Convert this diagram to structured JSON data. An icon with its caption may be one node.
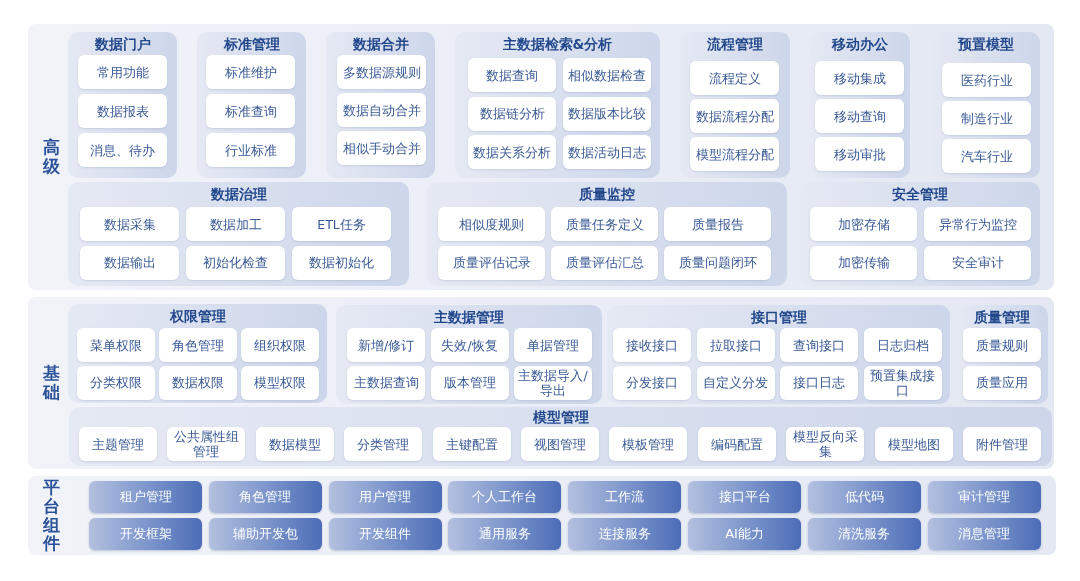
{
  "diagram": {
    "nodes": [
      {
        "text": [
          "高级"
        ]
      },
      {
        "text": [
          "数据门户"
        ],
        "in": 0
      },
      {
        "text": [
          "常用功能"
        ],
        "in": 1
      },
      {
        "text": [
          "数据报表"
        ],
        "in": 1
      },
      {
        "text": [
          "消息、待办"
        ],
        "in": 1
      },
      {
        "text": [
          "标准管理"
        ],
        "in": 0
      },
      {
        "text": [
          "标准维护"
        ],
        "in": 5
      },
      {
        "text": [
          "标准查询"
        ],
        "in": 5
      },
      {
        "text": [
          "行业标准"
        ],
        "in": 5
      },
      {
        "text": [
          "数据合并"
        ],
        "in": 0
      },
      {
        "text": [
          "多数据源规则"
        ],
        "in": 9
      },
      {
        "text": [
          "数据自动合并"
        ],
        "in": 9
      },
      {
        "text": [
          "相似手动合并"
        ],
        "in": 9
      },
      {
        "text": [
          "主数据检索&分析"
        ],
        "in": 0
      },
      {
        "text": [
          "数据查询"
        ],
        "in": 13
      },
      {
        "text": [
          "相似数据检查"
        ],
        "in": 13
      },
      {
        "text": [
          "数据链分析"
        ],
        "in": 13
      },
      {
        "text": [
          "数据版本比较"
        ],
        "in": 13
      },
      {
        "text": [
          "数据关系分析"
        ],
        "in": 13
      },
      {
        "text": [
          "数据活动日志"
        ],
        "in": 13
      },
      {
        "text": [
          "流程管理"
        ],
        "in": 0
      },
      {
        "text": [
          "流程定义"
        ],
        "in": 20
      },
      {
        "text": [
          "数据流程分配"
        ],
        "in": 20
      },
      {
        "text": [
          "模型流程分配"
        ],
        "in": 20
      },
      {
        "text": [
          "移动办公"
        ],
        "in": 0
      },
      {
        "text": [
          "移动集成"
        ],
        "in": 24
      },
      {
        "text": [
          "移动查询"
        ],
        "in": 24
      },
      {
        "text": [
          "移动审批"
        ],
        "in": 24
      },
      {
        "text": [
          "预置模型"
        ],
        "in": 0
      },
      {
        "text": [
          "医药行业"
        ],
        "in": 28
      },
      {
        "text": [
          "制造行业"
        ],
        "in": 28
      },
      {
        "text": [
          "汽车行业"
        ],
        "in": 28
      },
      {
        "text": [
          "数据治理"
        ],
        "in": 0
      },
      {
        "text": [
          "数据采集"
        ],
        "in": 32
      },
      {
        "text": [
          "数据加工"
        ],
        "in": 32
      },
      {
        "text": [
          "ETL任务"
        ],
        "in": 32
      },
      {
        "text": [
          "数据输出"
        ],
        "in": 32
      },
      {
        "text": [
          "初始化检查"
        ],
        "in": 32
      },
      {
        "text": [
          "数据初始化"
        ],
        "in": 32
      },
      {
        "text": [
          "质量监控"
        ],
        "in": 0
      },
      {
        "text": [
          "相似度规则"
        ],
        "in": 39
      },
      {
        "text": [
          "质量任务定义"
        ],
        "in": 39
      },
      {
        "text": [
          "质量报告"
        ],
        "in": 39
      },
      {
        "text": [
          "质量评估记录"
        ],
        "in": 39
      },
      {
        "text": [
          "质量评估汇总"
        ],
        "in": 39
      },
      {
        "text": [
          "质量问题闭环"
        ],
        "in": 39
      },
      {
        "text": [
          "安全管理"
        ],
        "in": 0
      },
      {
        "text": [
          "加密存储"
        ],
        "in": 46
      },
      {
        "text": [
          "异常行为监控"
        ],
        "in": 46
      },
      {
        "text": [
          "加密传输"
        ],
        "in": 46
      },
      {
        "text": [
          "安全审计"
        ],
        "in": 46
      },
      {
        "text": [
          "基础"
        ]
      },
      {
        "text": [
          "权限管理"
        ],
        "in": 51
      },
      {
        "text": [
          "菜单权限"
        ],
        "in": 52
      },
      {
        "text": [
          "角色管理"
        ],
        "in": 52
      },
      {
        "text": [
          "组织权限"
        ],
        "in": 52
      },
      {
        "text": [
          "分类权限"
        ],
        "in": 52
      },
      {
        "text": [
          "数据权限"
        ],
        "in": 52
      },
      {
        "text": [
          "模型权限"
        ],
        "in": 52
      },
      {
        "text": [
          "主数据管理"
        ],
        "in": 51
      },
      {
        "text": [
          "新增/修订"
        ],
        "in": 59
      },
      {
        "text": [
          "失效/恢复"
        ],
        "in": 59
      },
      {
        "text": [
          "单据管理"
        ],
        "in": 59
      },
      {
        "text": [
          "主数据查询"
        ],
        "in": 59
      },
      {
        "text": [
          "版本管理"
        ],
        "in": 59
      },
      {
        "text": [
          "主数据导入/导出"
        ],
        "in": 59
      },
      {
        "text": [
          "接口管理"
        ],
        "in": 51
      },
      {
        "text": [
          "接收接口"
        ],
        "in": 66
      },
      {
        "text": [
          "拉取接口"
        ],
        "in": 66
      },
      {
        "text": [
          "查询接口"
        ],
        "in": 66
      },
      {
        "text": [
          "日志归档"
        ],
        "in": 66
      },
      {
        "text": [
          "分发接口"
        ],
        "in": 66
      },
      {
        "text": [
          "自定义分发"
        ],
        "in": 66
      },
      {
        "text": [
          "接口日志"
        ],
        "in": 66
      },
      {
        "text": [
          "预置集成接口"
        ],
        "in": 66
      },
      {
        "text": [
          "质量管理"
        ],
        "in": 51
      },
      {
        "text": [
          "质量规则"
        ],
        "in": 75
      },
      {
        "text": [
          "质量应用"
        ],
        "in": 75
      },
      {
        "text": [
          "模型管理"
        ],
        "in": 51
      },
      {
        "text": [
          "主题管理"
        ],
        "in": 78
      },
      {
        "text": [
          "公共属性组管理"
        ],
        "in": 78
      },
      {
        "text": [
          "数据模型"
        ],
        "in": 78
      },
      {
        "text": [
          "分类管理"
        ],
        "in": 78
      },
      {
        "text": [
          "主键配置"
        ],
        "in": 78
      },
      {
        "text": [
          "视图管理"
        ],
        "in": 78
      },
      {
        "text": [
          "模板管理"
        ],
        "in": 78
      },
      {
        "text": [
          "编码配置"
        ],
        "in": 78
      },
      {
        "text": [
          "模型反向采集"
        ],
        "in": 78
      },
      {
        "text": [
          "模型地图"
        ],
        "in": 78
      },
      {
        "text": [
          "附件管理"
        ],
        "in": 78
      },
      {
        "text": [
          "平台组件"
        ]
      },
      {
        "text": [
          "租户管理"
        ],
        "in": 90
      },
      {
        "text": [
          "角色管理"
        ],
        "in": 90
      },
      {
        "text": [
          "用户管理"
        ],
        "in": 90
      },
      {
        "text": [
          "个人工作台"
        ],
        "in": 90
      },
      {
        "text": [
          "工作流"
        ],
        "in": 90
      },
      {
        "text": [
          "接口平台"
        ],
        "in": 90
      },
      {
        "text": [
          "低代码"
        ],
        "in": 90
      },
      {
        "text": [
          "审计管理"
        ],
        "in": 90
      },
      {
        "text": [
          "开发框架"
        ],
        "in": 90
      },
      {
        "text": [
          "辅助开发包"
        ],
        "in": 90
      },
      {
        "text": [
          "开发组件"
        ],
        "in": 90
      },
      {
        "text": [
          "通用服务"
        ],
        "in": 90
      },
      {
        "text": [
          "连接服务"
        ],
        "in": 90
      },
      {
        "text": [
          "AI能力"
        ],
        "in": 90
      },
      {
        "text": [
          "清洗服务"
        ],
        "in": 90
      },
      {
        "text": [
          "消息管理"
        ],
        "in": 90
      }
    ]
  }
}
